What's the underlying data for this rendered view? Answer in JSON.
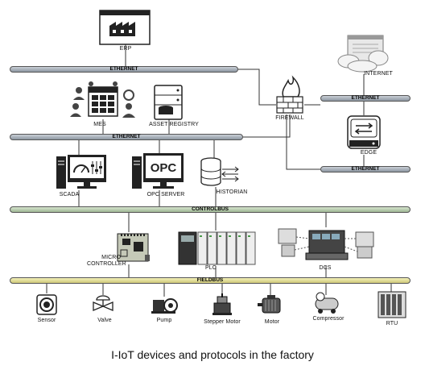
{
  "buses": {
    "ethernet_top": "ETHERNET",
    "ethernet_mid": "ETHERNET",
    "ethernet_right_1": "ETHERNET",
    "ethernet_right_2": "ETHERNET",
    "controlbus": "CONTROLBUS",
    "fieldbus": "FIELDBUS"
  },
  "nodes": {
    "erp": "ERP",
    "internet": "INTERNET",
    "firewall": "FIREWALL",
    "mes": "MES",
    "asset_registry": "ASSET REGISTRY",
    "edge": "EDGE",
    "scada": "SCADA",
    "opc_server": "OPC SERVER",
    "historian": "HISTORIAN",
    "micro_controller_line1": "MICRO",
    "micro_controller_line2": "CONTROLLER",
    "plc": "PLC",
    "dcs": "DCS"
  },
  "opc_icon_text": "OPC",
  "field_devices": [
    "Sensor",
    "Valve",
    "Pump",
    "Stepper Motor",
    "Motor",
    "Compressor",
    "RTU"
  ],
  "caption": "I-IoT devices and protocols in the factory"
}
